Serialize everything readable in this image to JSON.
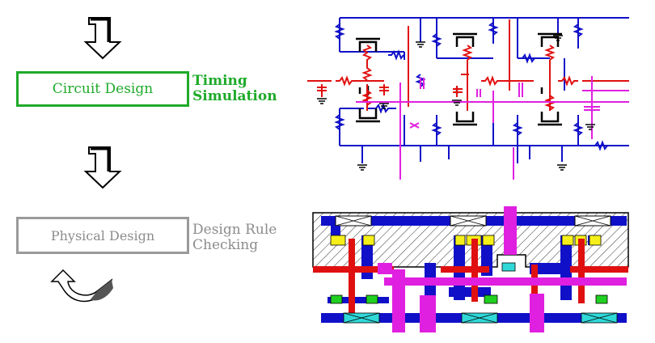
{
  "flow": {
    "circuit_stage": {
      "box_label": "Circuit Design",
      "verification": [
        "Timing",
        "Simulation"
      ]
    },
    "physical_stage": {
      "box_label": "Physical Design",
      "verification": [
        "Design Rule",
        "Checking"
      ]
    }
  },
  "colors": {
    "circuit": "#1faa2a",
    "physical": "#8c8c8c",
    "wire_blue": "#1010c8",
    "wire_red": "#e01010",
    "wire_magenta": "#e020e0",
    "via_yellow": "#f5ef1a",
    "via_cyan": "#30d8d8",
    "via_green": "#20d020"
  },
  "icons": [
    "down-arrow-icon",
    "loop-arrow-icon"
  ]
}
